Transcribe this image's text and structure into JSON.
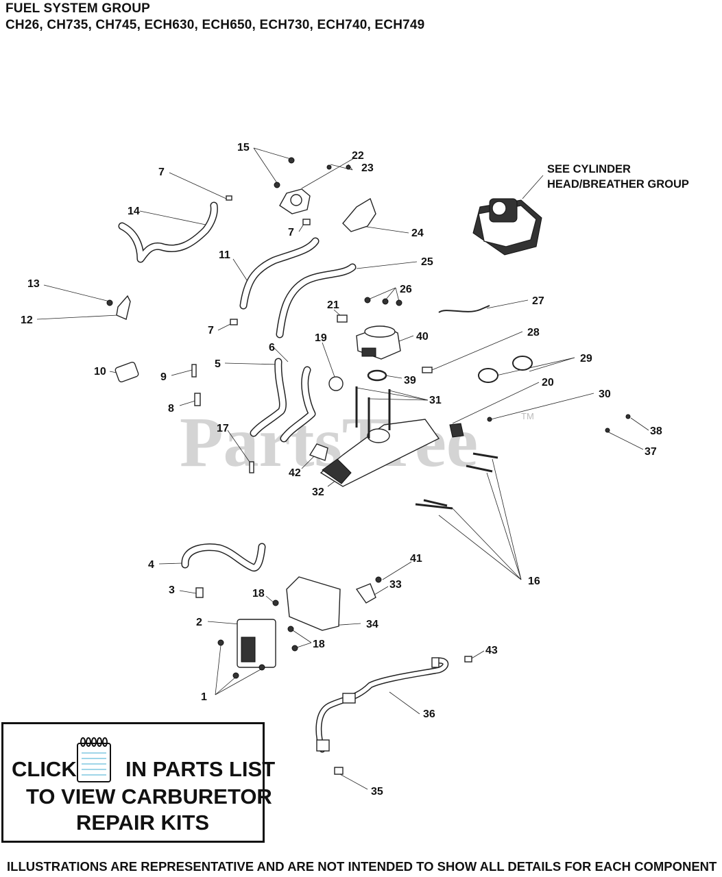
{
  "header": {
    "line1": "FUEL SYSTEM GROUP",
    "line2": "CH26, CH735, CH745, ECH630,  ECH650,  ECH730, ECH740, ECH749"
  },
  "watermark": {
    "text": "PartsTree",
    "tm": "TM"
  },
  "note": {
    "line1": "SEE CYLINDER",
    "line2": "HEAD/BREATHER GROUP"
  },
  "callouts": {
    "c1": "1",
    "c2": "2",
    "c3": "3",
    "c4": "4",
    "c5": "5",
    "c6": "6",
    "c7a": "7",
    "c7b": "7",
    "c7c": "7",
    "c8": "8",
    "c9": "9",
    "c10": "10",
    "c11": "11",
    "c12": "12",
    "c13": "13",
    "c14": "14",
    "c15": "15",
    "c16": "16",
    "c17": "17",
    "c18a": "18",
    "c18b": "18",
    "c19": "19",
    "c20": "20",
    "c21": "21",
    "c22": "22",
    "c23": "23",
    "c24": "24",
    "c25": "25",
    "c26": "26",
    "c27": "27",
    "c28": "28",
    "c29": "29",
    "c30": "30",
    "c31": "31",
    "c32": "32",
    "c33": "33",
    "c34": "34",
    "c35": "35",
    "c36": "36",
    "c37": "37",
    "c38": "38",
    "c39": "39",
    "c40": "40",
    "c41": "41",
    "c42": "42",
    "c43": "43"
  },
  "info_box": {
    "click": "CLICK",
    "in_parts_list": "IN PARTS LIST",
    "line2": "TO VIEW CARBURETOR",
    "line3": "REPAIR KITS",
    "icon": "notepad-icon"
  },
  "footer": "ILLUSTRATIONS ARE REPRESENTATIVE AND ARE NOT INTENDED TO SHOW ALL DETAILS FOR EACH COMPONENT"
}
